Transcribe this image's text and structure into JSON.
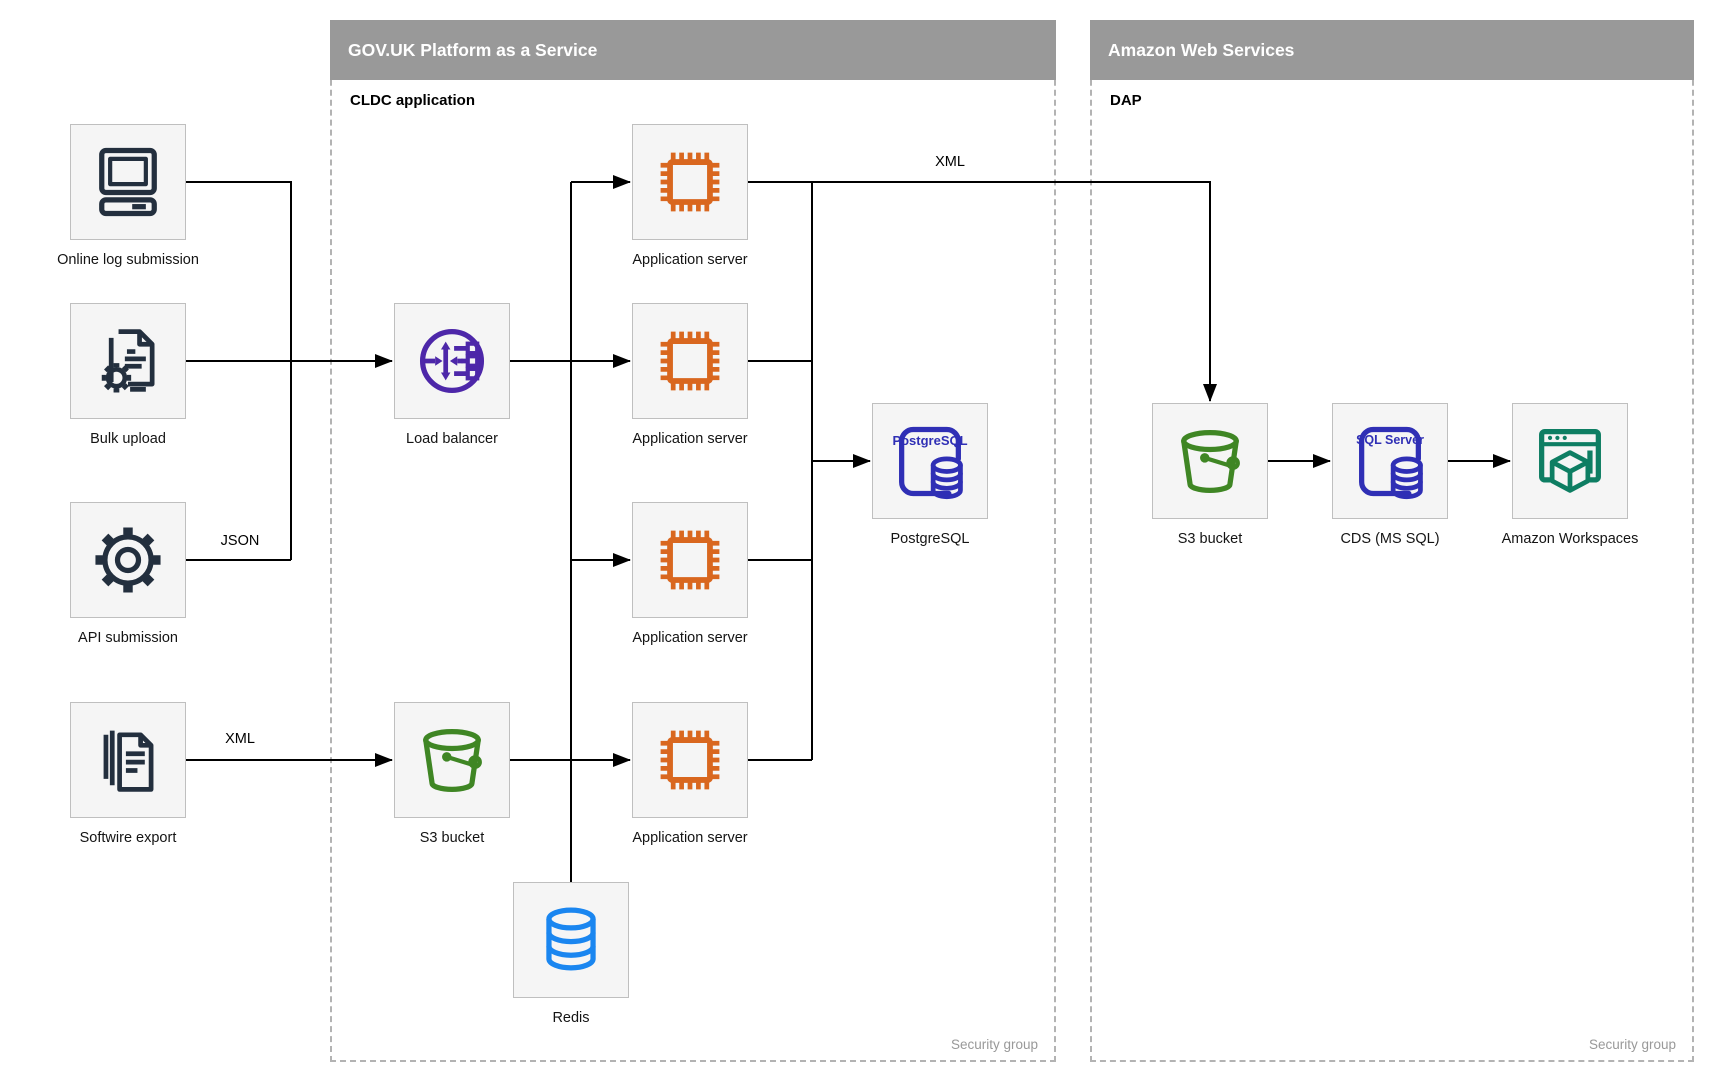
{
  "containers": {
    "paas": {
      "title": "GOV.UK Platform as a Service",
      "group_label": "CLDC application",
      "security_label": "Security group"
    },
    "aws": {
      "title": "Amazon Web Services",
      "group_label": "DAP",
      "security_label": "Security group"
    }
  },
  "nodes": {
    "online_log": {
      "label": "Online log submission",
      "icon": "desktop-computer-icon"
    },
    "bulk_upload": {
      "label": "Bulk upload",
      "icon": "document-gear-icon"
    },
    "api_submission": {
      "label": "API submission",
      "icon": "gear-icon"
    },
    "softwire_export": {
      "label": "Softwire export",
      "icon": "document-stack-icon"
    },
    "load_balancer": {
      "label": "Load balancer",
      "icon": "load-balancer-icon"
    },
    "app_server_1": {
      "label": "Application server",
      "icon": "chip-icon"
    },
    "app_server_2": {
      "label": "Application server",
      "icon": "chip-icon"
    },
    "app_server_3": {
      "label": "Application server",
      "icon": "chip-icon"
    },
    "app_server_4": {
      "label": "Application server",
      "icon": "chip-icon"
    },
    "postgresql": {
      "label": "PostgreSQL",
      "icon_text": "PostgreSQL",
      "icon": "database-card-icon"
    },
    "s3_paas": {
      "label": "S3 bucket",
      "icon": "s3-bucket-icon"
    },
    "redis": {
      "label": "Redis",
      "icon": "database-cylinder-icon"
    },
    "s3_aws": {
      "label": "S3 bucket",
      "icon": "s3-bucket-icon"
    },
    "cds": {
      "label": "CDS (MS SQL)",
      "icon_text": "SQL Server",
      "icon": "database-card-icon"
    },
    "workspaces": {
      "label": "Amazon Workspaces",
      "icon": "workspaces-window-icon"
    }
  },
  "edge_labels": {
    "api_json": "JSON",
    "softwire_xml": "XML",
    "app_to_dap_xml": "XML"
  },
  "colors": {
    "container_header": "#999999",
    "container_border": "#b3b3b3",
    "node_fill": "#f5f5f5",
    "node_border": "#bfbfbf",
    "icon_dark": "#232f3e",
    "app_server_orange": "#d9671f",
    "load_balancer_purple": "#4d27a9",
    "s3_green": "#3f8624",
    "postgres_indigo": "#2f2fb5",
    "redis_blue": "#1a86f0",
    "workspaces_teal": "#0e7e63",
    "connector_black": "#000000",
    "security_label_gray": "#999999"
  }
}
